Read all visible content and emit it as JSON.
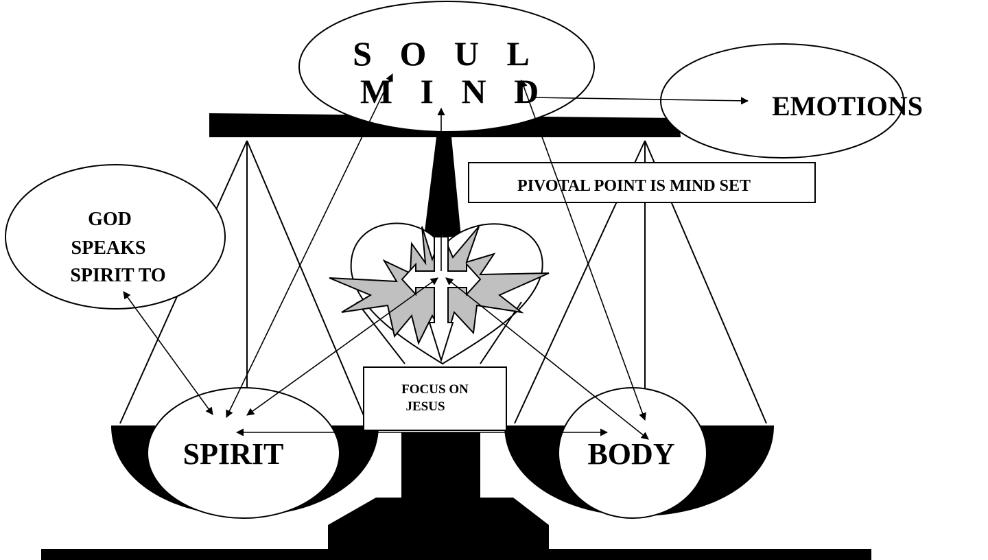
{
  "labels": {
    "soul": "S O U L",
    "mind": "M I N D",
    "emotions": "EMOTIONS",
    "god_lines": [
      "GOD",
      "SPEAKS",
      "SPIRIT TO"
    ],
    "pivotal": "PIVOTAL POINT IS MIND SET",
    "focus_lines": [
      "FOCUS ON",
      "JESUS"
    ],
    "spirit": "SPIRIT",
    "body": "BODY"
  },
  "colors": {
    "ink": "#000000",
    "paper": "#ffffff",
    "burst": "#c0c0c0"
  }
}
